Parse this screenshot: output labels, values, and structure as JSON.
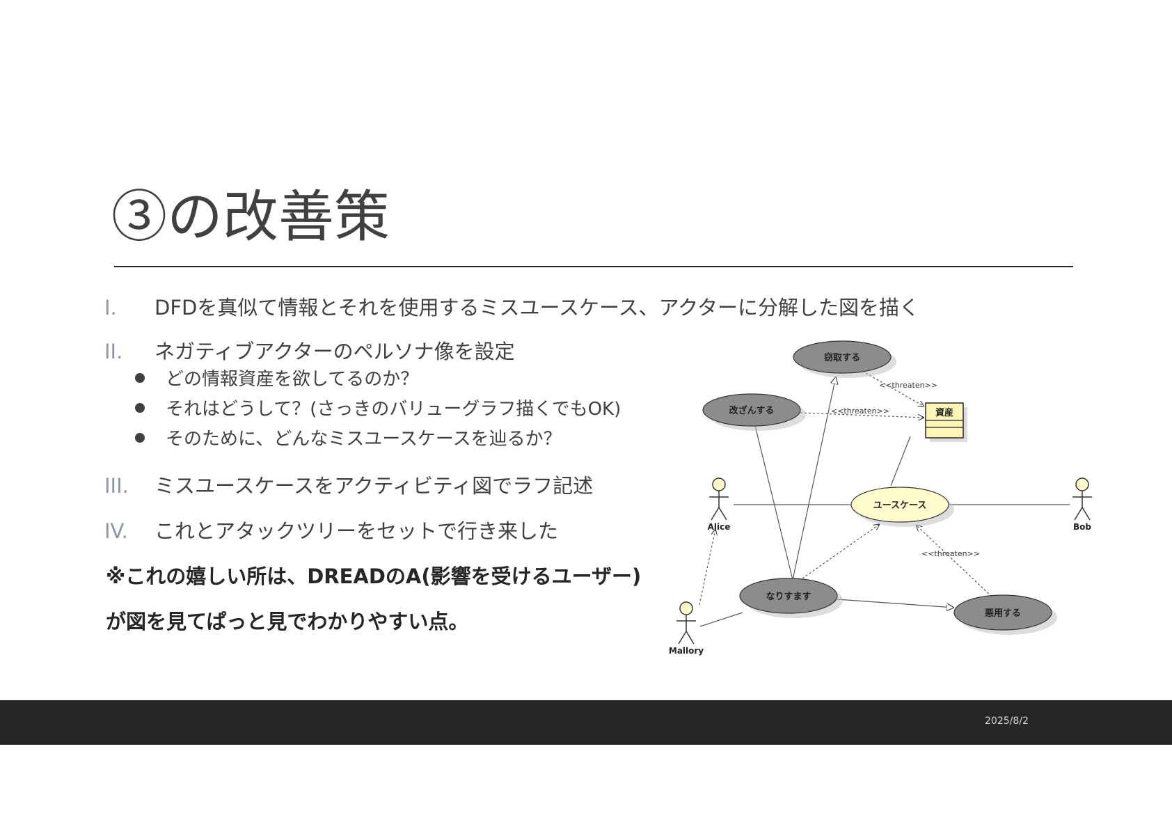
{
  "title": "③の改善策",
  "items": [
    {
      "num": "I.",
      "text": "DFDを真似て情報とそれを使用するミスユースケース、アクターに分解した図を描く"
    },
    {
      "num": "II.",
      "text": "ネガティブアクターのペルソナ像を設定"
    },
    {
      "num": "III.",
      "text": "ミスユースケースをアクティビティ図でラフ記述"
    },
    {
      "num": "IV.",
      "text": "これとアタックツリーをセットで行き来した"
    }
  ],
  "bullets": [
    "どの情報資産を欲してるのか？",
    "それはどうして？(さっきのバリューグラフ描くでもOK)",
    "そのために、どんなミスユースケースを辿るか？"
  ],
  "note": {
    "line1": "※これの嬉しい所は、DREADのA(影響を受けるユーザー)",
    "line2": "が図を見てぱっと見でわかりやすい点。"
  },
  "diagram": {
    "usecases": {
      "steal": "窃取する",
      "tamper": "改ざんする",
      "usecase": "ユースケース",
      "impersonate": "なりすます",
      "misuse": "悪用する"
    },
    "asset": "資産",
    "actors": {
      "alice": "Alice",
      "bob": "Bob",
      "mallory": "Mallory"
    },
    "threaten_label": "<<threaten>>",
    "colors": {
      "misuse_fill": "#8c8c8c",
      "usecase_fill": "#fffbcc",
      "asset_fill": "#fff6b8",
      "actor_head": "#fffbcc"
    }
  },
  "footer": {
    "date": "2025/8/2"
  }
}
